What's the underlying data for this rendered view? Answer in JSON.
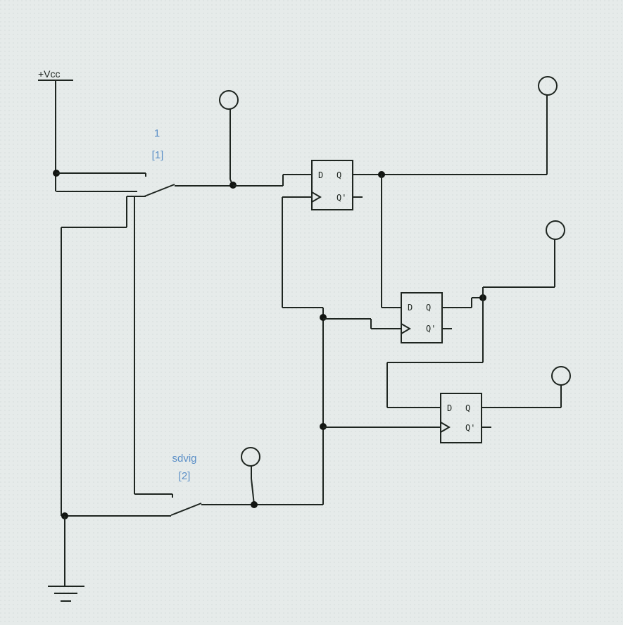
{
  "supply": {
    "label": "+Vcc"
  },
  "switches": [
    {
      "name": "1",
      "key": "[1]"
    },
    {
      "name": "sdvig",
      "key": "[2]"
    }
  ],
  "flipflop_pins": {
    "d": "D",
    "q": "Q",
    "qn": "Q'"
  }
}
